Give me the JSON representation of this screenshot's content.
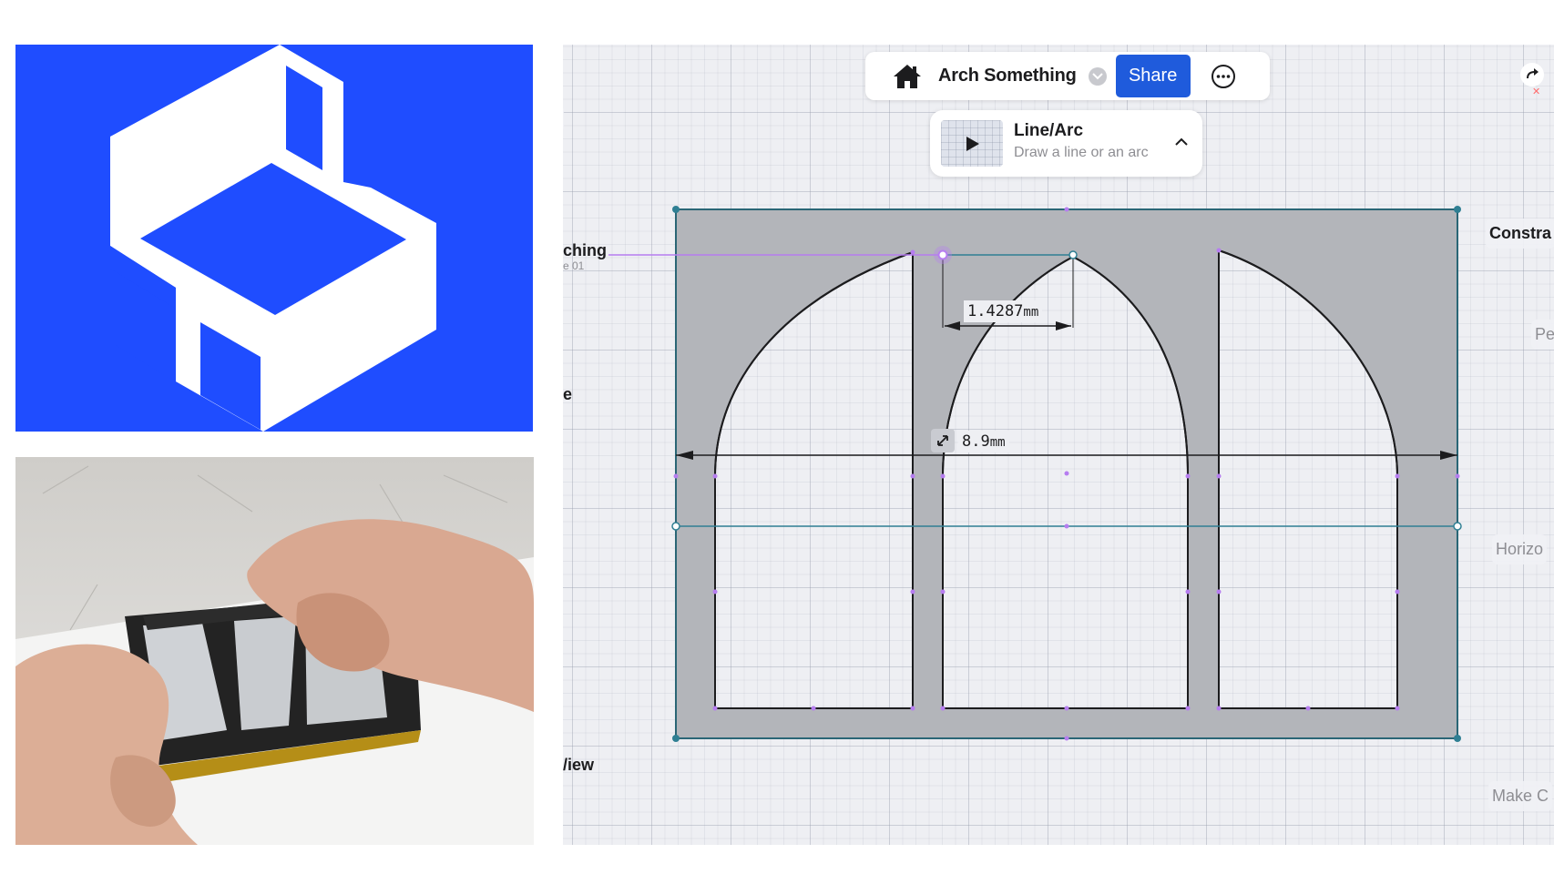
{
  "toolbar": {
    "doc_title": "Arch Something",
    "share_label": "Share",
    "home_icon": "home-icon",
    "more_icon": "more-options-icon"
  },
  "tool": {
    "name": "Line/Arc",
    "description": "Draw a line or an arc",
    "play_icon": "play-icon",
    "collapse_icon": "chevron-up-icon"
  },
  "left_panel": {
    "top_partial": "l",
    "sketching_label": "ching",
    "sketching_sub": "e 01",
    "e_label": "e",
    "view_label": "/iew"
  },
  "right_panel": {
    "constraints_label": "Constra",
    "pe_label": "Pe",
    "horizontal_label": "Horizo",
    "make_label": "Make C"
  },
  "dimensions": {
    "small": {
      "value": "1.4287",
      "unit": "mm"
    },
    "large": {
      "value": "8.9",
      "unit": "mm"
    }
  },
  "colors": {
    "brand_blue": "#1f4dff",
    "share_blue": "#1f5bdc",
    "selection_purple": "#b67df0",
    "constraint_teal": "#2f7f93",
    "body_gray": "#b3b5ba"
  }
}
